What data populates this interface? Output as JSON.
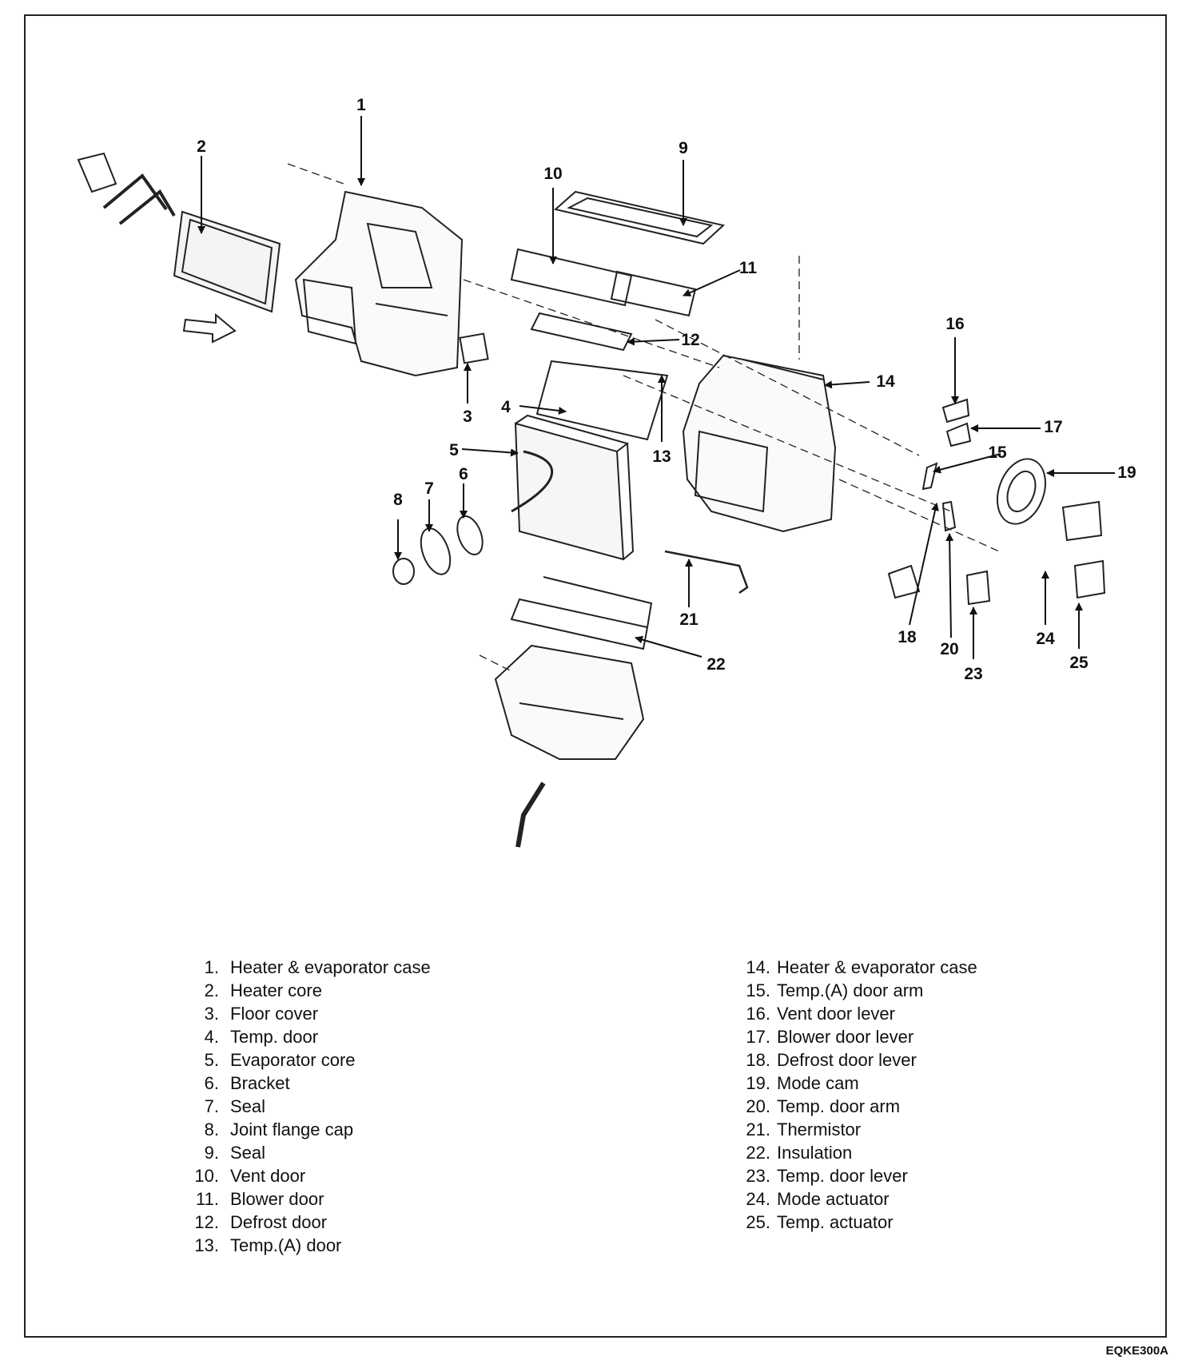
{
  "callouts": [
    "1",
    "2",
    "3",
    "4",
    "5",
    "6",
    "7",
    "8",
    "9",
    "10",
    "11",
    "12",
    "13",
    "14",
    "15",
    "16",
    "17",
    "18",
    "19",
    "20",
    "21",
    "22",
    "23",
    "24",
    "25"
  ],
  "legend_left": [
    {
      "num": "1.",
      "label": "Heater & evaporator case"
    },
    {
      "num": "2.",
      "label": "Heater core"
    },
    {
      "num": "3.",
      "label": "Floor cover"
    },
    {
      "num": "4.",
      "label": "Temp. door"
    },
    {
      "num": "5.",
      "label": "Evaporator core"
    },
    {
      "num": "6.",
      "label": "Bracket"
    },
    {
      "num": "7.",
      "label": "Seal"
    },
    {
      "num": "8.",
      "label": "Joint flange cap"
    },
    {
      "num": "9.",
      "label": "Seal"
    },
    {
      "num": "10.",
      "label": "Vent door"
    },
    {
      "num": "11.",
      "label": "Blower door"
    },
    {
      "num": "12.",
      "label": "Defrost door"
    },
    {
      "num": "13.",
      "label": "Temp.(A) door"
    }
  ],
  "legend_right": [
    {
      "num": "14.",
      "label": "Heater & evaporator case"
    },
    {
      "num": "15.",
      "label": "Temp.(A) door arm"
    },
    {
      "num": "16.",
      "label": "Vent door lever"
    },
    {
      "num": "17.",
      "label": "Blower door lever"
    },
    {
      "num": "18.",
      "label": "Defrost door lever"
    },
    {
      "num": "19.",
      "label": "Mode cam"
    },
    {
      "num": "20.",
      "label": "Temp. door arm"
    },
    {
      "num": "21.",
      "label": "Thermistor"
    },
    {
      "num": "22.",
      "label": "Insulation"
    },
    {
      "num": "23.",
      "label": "Temp. door lever"
    },
    {
      "num": "24.",
      "label": "Mode actuator"
    },
    {
      "num": "25.",
      "label": "Temp. actuator"
    }
  ],
  "figure_code": "EQKE300A"
}
